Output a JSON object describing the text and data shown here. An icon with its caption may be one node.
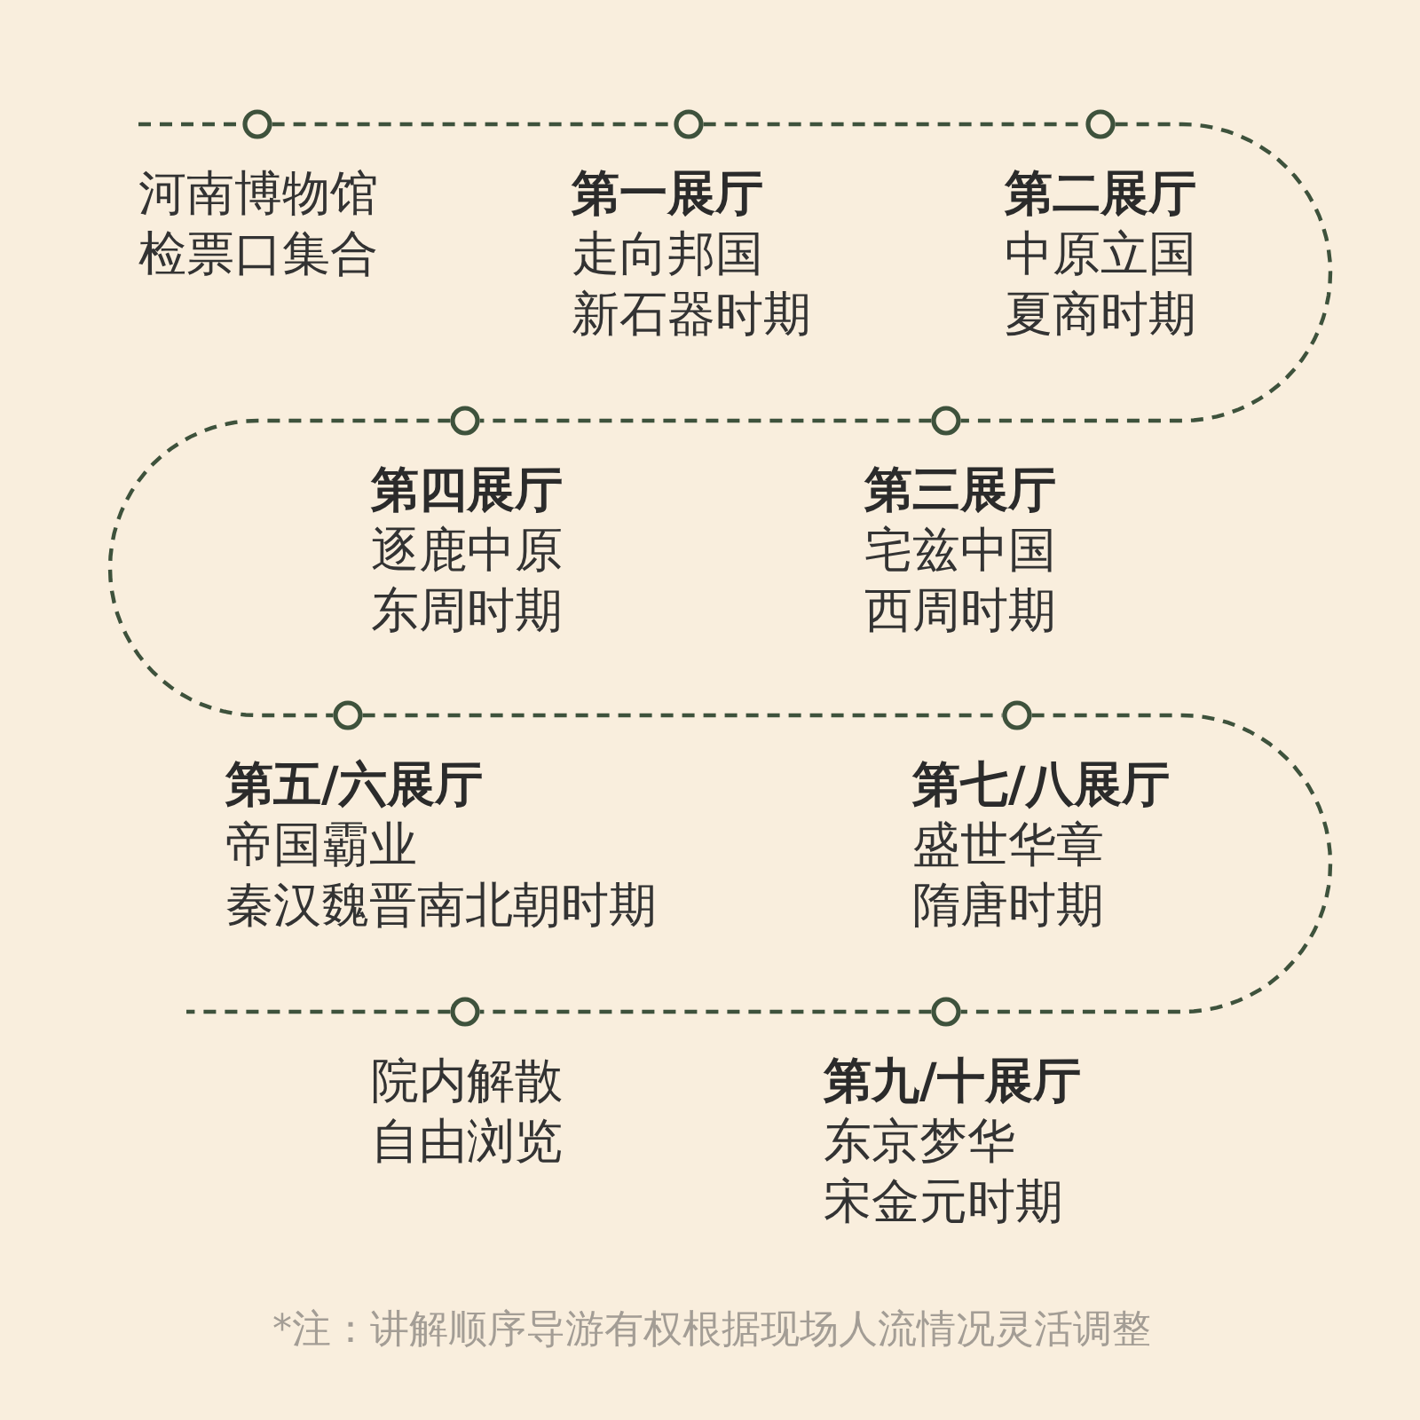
{
  "diagram": {
    "nodes": [
      {
        "text": [],
        "shape": "circle",
        "beside": [
          "河南博物馆",
          "检票口集合"
        ]
      },
      {
        "text": [],
        "shape": "circle",
        "beside": [
          "第一展厅",
          "走向邦国",
          "新石器时期"
        ]
      },
      {
        "text": [],
        "shape": "circle",
        "beside": [
          "第二展厅",
          "中原立国",
          "夏商时期"
        ]
      },
      {
        "text": [],
        "shape": "circle",
        "beside": [
          "第三展厅",
          "宅兹中国",
          "西周时期"
        ]
      },
      {
        "text": [],
        "shape": "circle",
        "beside": [
          "第四展厅",
          "逐鹿中原",
          "东周时期"
        ]
      },
      {
        "text": [],
        "shape": "circle",
        "beside": [
          "第五/六展厅",
          "帝国霸业",
          "秦汉魏晋南北朝时期"
        ]
      },
      {
        "text": [],
        "shape": "circle",
        "beside": [
          "第七/八展厅",
          "盛世华章",
          "隋唐时期"
        ]
      },
      {
        "text": [],
        "shape": "circle",
        "beside": [
          "第九/十展厅",
          "东京梦华",
          "宋金元时期"
        ]
      },
      {
        "text": [],
        "shape": "circle",
        "beside": [
          "院内解散",
          "自由浏览"
        ]
      }
    ],
    "edges": [
      {
        "from": null,
        "to": 0,
        "arrow": "none",
        "style": "dashed"
      },
      {
        "from": 0,
        "to": 1,
        "arrow": "none",
        "style": "dashed"
      },
      {
        "from": 1,
        "to": 2,
        "arrow": "none",
        "style": "dashed"
      },
      {
        "from": 2,
        "to": 3,
        "arrow": "none",
        "style": "dashed"
      },
      {
        "from": 3,
        "to": 4,
        "arrow": "none",
        "style": "dashed"
      },
      {
        "from": 4,
        "to": 5,
        "arrow": "none",
        "style": "dashed"
      },
      {
        "from": 5,
        "to": 6,
        "arrow": "none",
        "style": "dashed"
      },
      {
        "from": 6,
        "to": 7,
        "arrow": "none",
        "style": "dashed"
      },
      {
        "from": 7,
        "to": 8,
        "arrow": "none",
        "style": "dashed"
      },
      {
        "from": 8,
        "to": null,
        "arrow": "none",
        "style": "dashed"
      }
    ],
    "labels": [
      "*注：讲解顺序导游有权根据现场人流情况灵活调整"
    ]
  }
}
